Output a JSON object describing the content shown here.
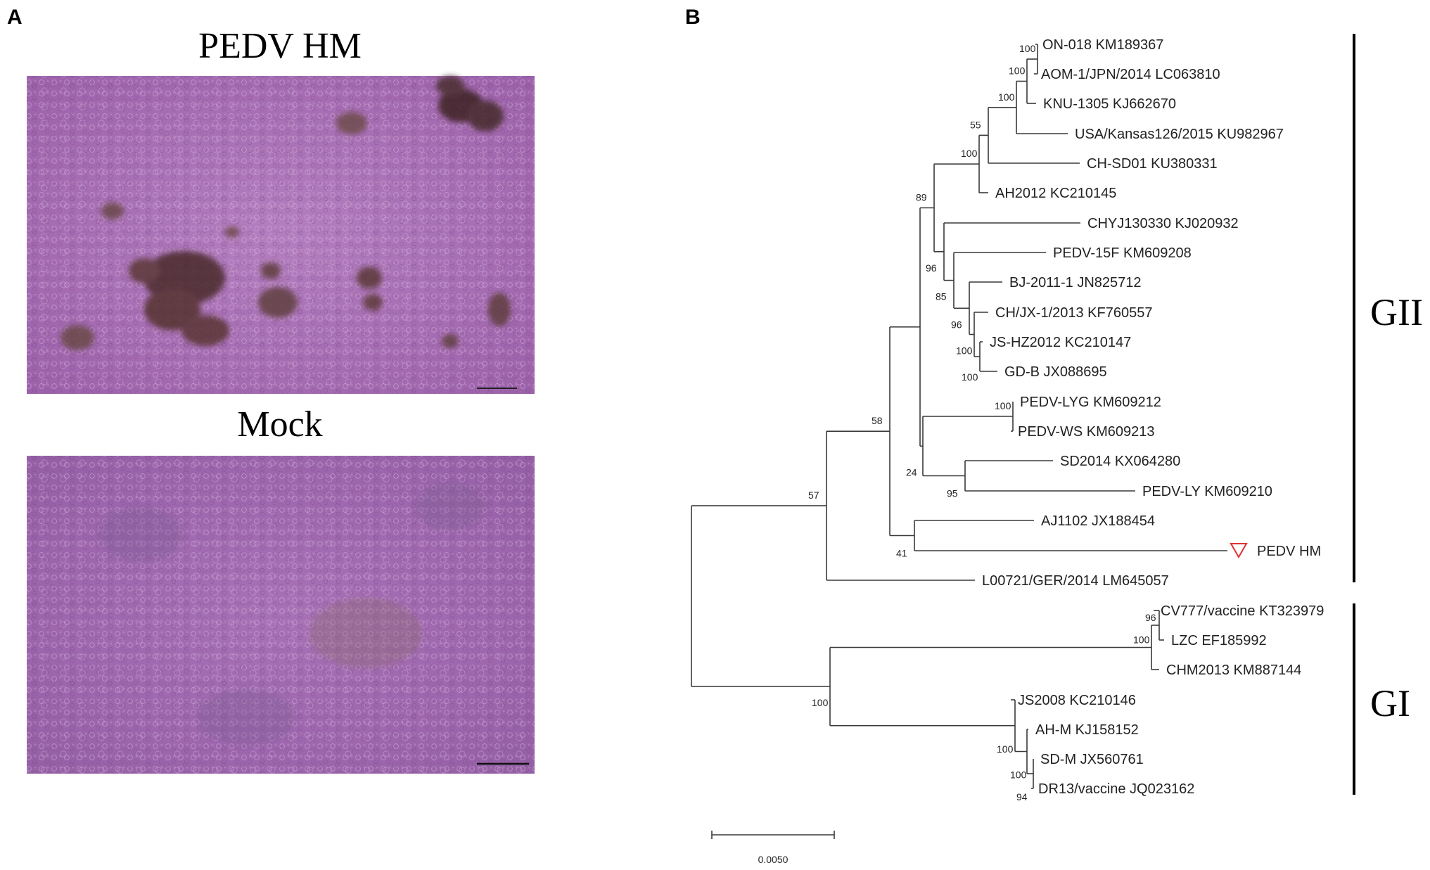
{
  "panels": {
    "a_label": "A",
    "b_label": "B"
  },
  "micrographs": {
    "top_title": "PEDV HM",
    "bottom_title": "Mock"
  },
  "tree": {
    "leaves": [
      "ON-018 KM189367",
      "AOM-1/JPN/2014 LC063810",
      "KNU-1305 KJ662670",
      "USA/Kansas126/2015 KU982967",
      "CH-SD01 KU380331",
      "AH2012 KC210145",
      "CHYJ130330 KJ020932",
      "PEDV-15F KM609208",
      "BJ-2011-1 JN825712",
      "CH/JX-1/2013 KF760557",
      "JS-HZ2012 KC210147",
      "GD-B JX088695",
      "PEDV-LYG KM609212",
      "PEDV-WS KM609213",
      "SD2014 KX064280",
      "PEDV-LY KM609210",
      "AJ1102 JX188454",
      "PEDV HM",
      "L00721/GER/2014 LM645057",
      "CV777/vaccine KT323979",
      "LZC EF185992",
      "CHM2013 KM887144",
      "JS2008 KC210146",
      "AH-M KJ158152",
      "SD-M JX560761",
      "DR13/vaccine JQ023162"
    ],
    "bootstrap": {
      "n100a": "100",
      "n100b": "100",
      "n100c": "100",
      "n55": "55",
      "n100d": "100",
      "n89": "89",
      "n96a": "96",
      "n85": "85",
      "n96b": "96",
      "n100e": "100",
      "n100f": "100",
      "n100g": "100",
      "n58": "58",
      "n57": "57",
      "n24": "24",
      "n95": "95",
      "n41": "41",
      "n96c": "96",
      "n100h": "100",
      "n100i": "100",
      "n100j": "100",
      "n100k": "100",
      "n94": "94"
    },
    "groups": {
      "gii": "GII",
      "gi": "GI"
    },
    "scale_bar_label": "0.0050",
    "highlight_color": "#e03030"
  },
  "colors": {
    "micrograph_base": "#a868b4",
    "micrograph_dark_cluster": "#4a2a2a"
  }
}
